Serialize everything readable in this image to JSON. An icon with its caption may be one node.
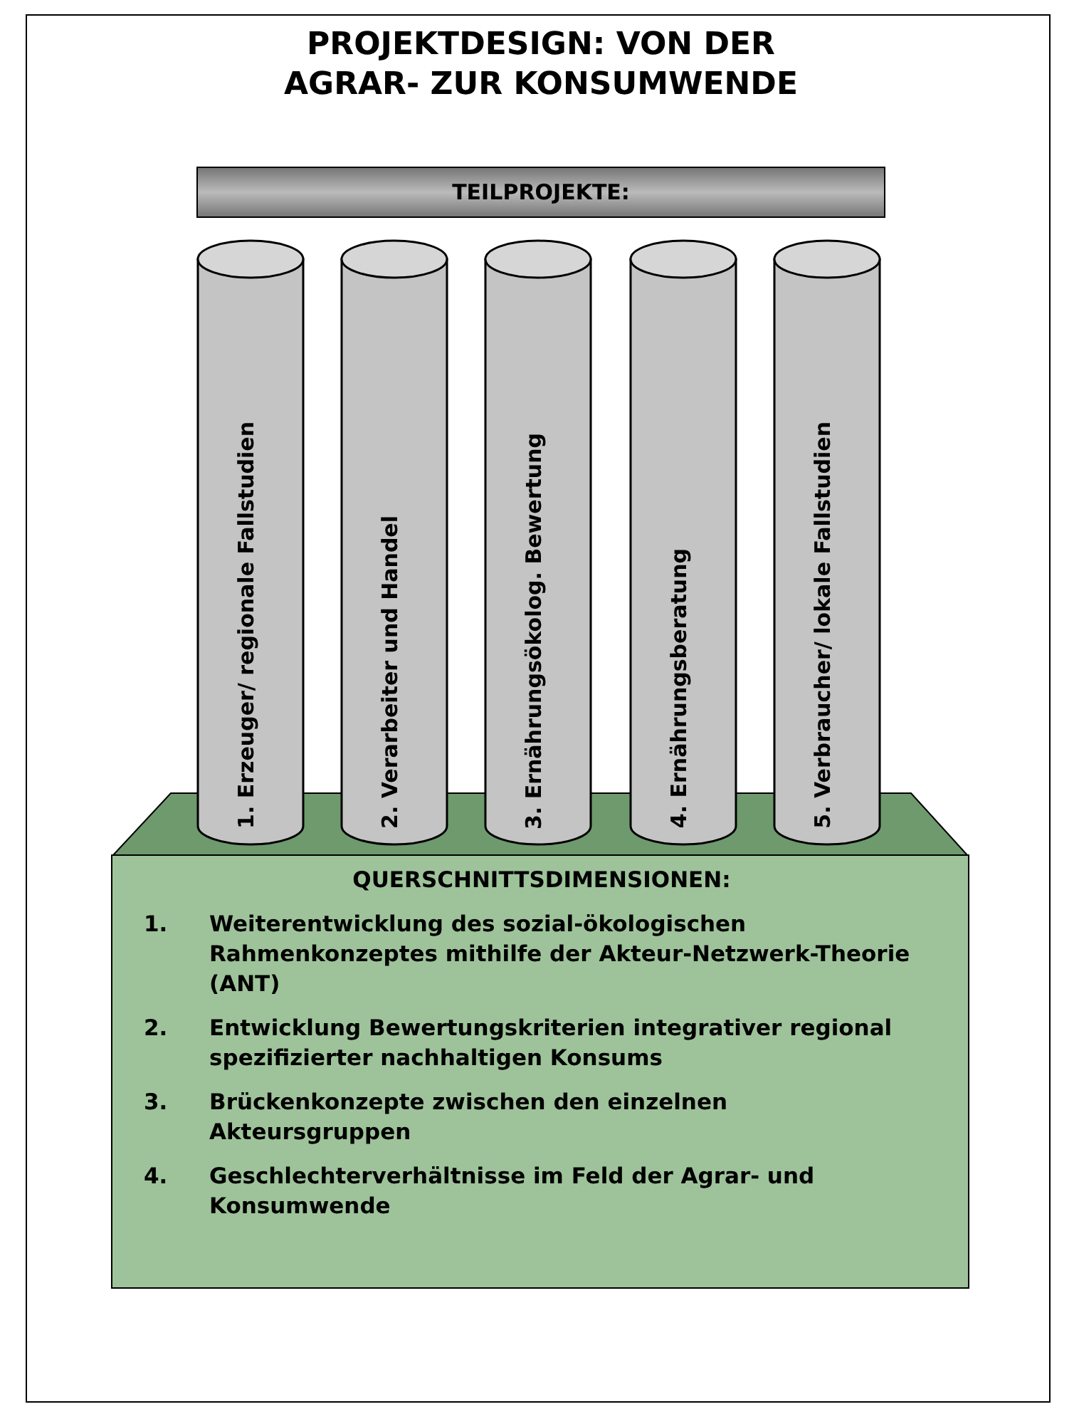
{
  "diagram": {
    "title": "PROJEKTDESIGN: VON DER AGRAR- ZUR KONSUMWENDE",
    "nodes": [
      {
        "text": [
          "TEILPROJEKTE:"
        ]
      },
      {
        "text": [
          "1. Erzeuger/ regionale Fallstudien"
        ]
      },
      {
        "text": [
          "2. Verarbeiter und Handel"
        ]
      },
      {
        "text": [
          "3. Ernährungsökolog. Bewertung"
        ]
      },
      {
        "text": [
          "4. Ernährungsberatung"
        ]
      },
      {
        "text": [
          "5. Verbraucher/ lokale Fallstudien"
        ]
      },
      {
        "text": [
          "QUERSCHNITTSDIMENSIONEN:",
          "1.",
          "Weiterentwicklung des sozial-ökologischen Rahmenkonzeptes mithilfe der Akteur-Netzwerk-Theorie (ANT)",
          "2.",
          "Entwicklung Bewertungskriterien integrativer regional spezifizierter  nachhaltigen Konsums",
          "3.",
          "Brückenkonzepte zwischen den einzelnen Akteursgruppen",
          "4.",
          "Geschlechterverhältnisse im Feld der Agrar- und Konsumwende"
        ]
      }
    ],
    "edges": []
  }
}
